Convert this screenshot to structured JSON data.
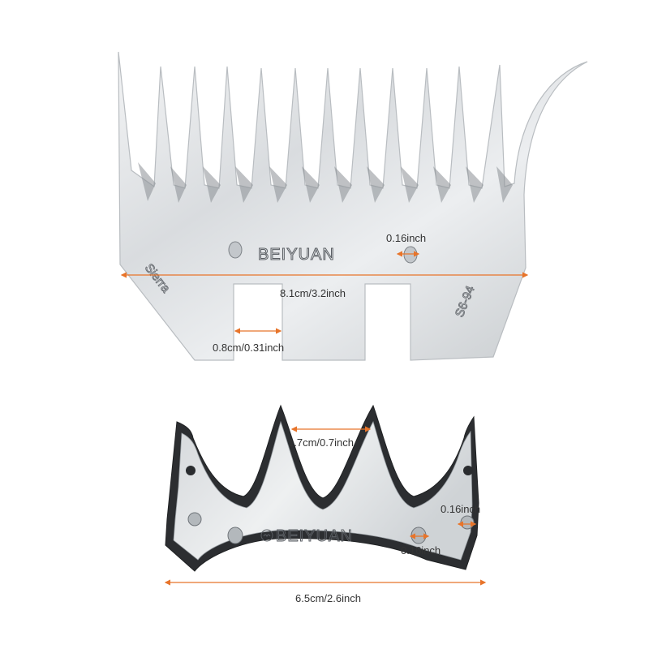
{
  "comb": {
    "brand": "BEIYUAN",
    "model_left": "Sierra",
    "model_right": "S6-94"
  },
  "cutter": {
    "brand": "BEIYUAN"
  },
  "dimensions": {
    "comb_width": "8.1cm/3.2inch",
    "comb_hole": "0.16inch",
    "comb_slot": "0.8cm/0.31inch",
    "cutter_tooth_gap": "1.7cm/0.7inch",
    "cutter_hole_right": "0.16inch",
    "cutter_hole_center": "0.16inch",
    "cutter_width": "6.5cm/2.6inch"
  },
  "colors": {
    "dimension_line": "#e8742a",
    "steel_light": "#e4e6e8",
    "steel_dark": "#3a3d40"
  }
}
